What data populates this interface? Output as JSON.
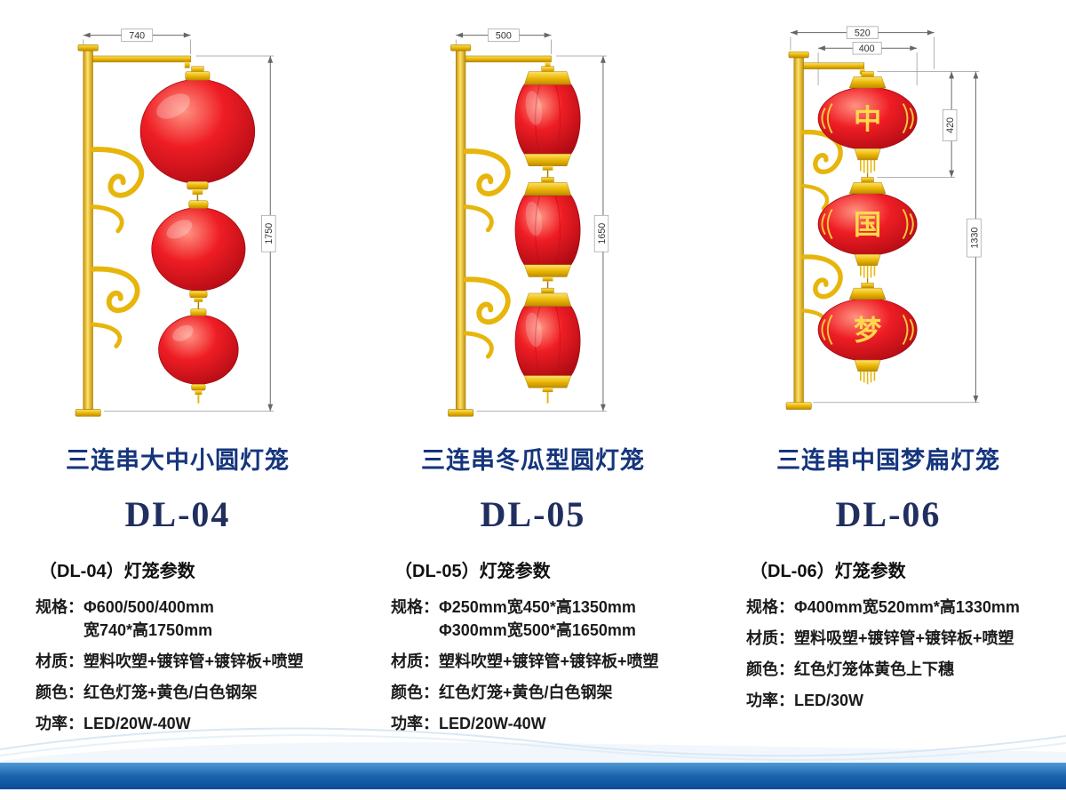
{
  "page": {
    "background": "#ffffff",
    "footer_bar_gradient": [
      "#4f9ad6",
      "#1b63ad",
      "#0c4c98"
    ]
  },
  "colors": {
    "title_blue": "#15357d",
    "model_navy": "#202f5f",
    "lantern_red": "#e01020",
    "frame_gold": "#e7b50b"
  },
  "products": [
    {
      "title": "三连串大中小圆灯笼",
      "model": "DL-04",
      "param_header": "（DL-04）灯笼参数",
      "specs": [
        {
          "label": "规格：",
          "value": "Φ600/500/400mm",
          "value2": "宽740*高1750mm"
        },
        {
          "label": "材质：",
          "value": "塑料吹塑+镀锌管+镀锌板+喷塑"
        },
        {
          "label": "颜色：",
          "value": "红色灯笼+黄色/白色钢架"
        },
        {
          "label": "功率：",
          "value": "LED/20W-40W"
        }
      ],
      "dimensions": {
        "width_label": "740",
        "height_label": "1750"
      }
    },
    {
      "title": "三连串冬瓜型圆灯笼",
      "model": "DL-05",
      "param_header": "（DL-05）灯笼参数",
      "specs": [
        {
          "label": "规格：",
          "value": "Φ250mm宽450*高1350mm",
          "value2": "Φ300mm宽500*高1650mm"
        },
        {
          "label": "材质：",
          "value": "塑料吹塑+镀锌管+镀锌板+喷塑"
        },
        {
          "label": "颜色：",
          "value": "红色灯笼+黄色/白色钢架"
        },
        {
          "label": "功率：",
          "value": "LED/20W-40W"
        }
      ],
      "dimensions": {
        "width_label": "500",
        "height_label": "1650"
      }
    },
    {
      "title": "三连串中国梦扁灯笼",
      "model": "DL-06",
      "param_header": "（DL-06）灯笼参数",
      "specs": [
        {
          "label": "规格：",
          "value": "Φ400mm宽520mm*高1330mm"
        },
        {
          "label": "材质：",
          "value": "塑料吸塑+镀锌管+镀锌板+喷塑"
        },
        {
          "label": "颜色：",
          "value": "红色灯笼体黄色上下穗"
        },
        {
          "label": "功率：",
          "value": "LED/30W"
        }
      ],
      "dimensions": {
        "outer_width_label": "520",
        "inner_width_label": "400",
        "upper_height_label": "420",
        "height_label": "1330"
      },
      "lantern_chars": [
        "中",
        "国",
        "梦"
      ]
    }
  ]
}
